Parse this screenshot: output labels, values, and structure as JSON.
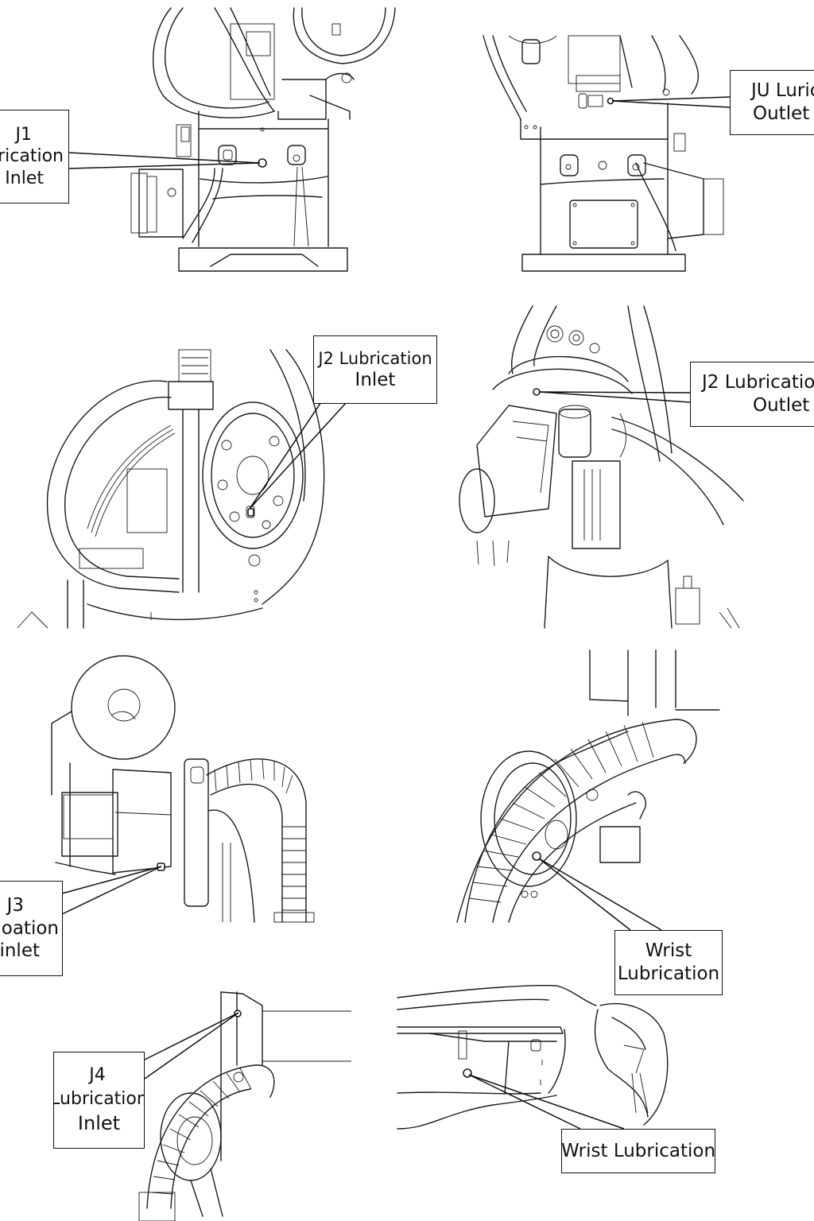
{
  "document": {
    "type": "robot lubrication point diagram",
    "line_color": "#1a1a1a",
    "background": "#ffffff"
  },
  "callouts": [
    {
      "id": "j1-inlet",
      "lines": [
        "J1",
        "rication",
        "Inlet"
      ]
    },
    {
      "id": "j1-outlet",
      "lines": [
        "JU Luric",
        "Outlet"
      ]
    },
    {
      "id": "j2-inlet",
      "lines": [
        "J2 Lubrication",
        "Inlet"
      ]
    },
    {
      "id": "j2-outlet",
      "lines": [
        "J2 Lubricatio",
        "Outlet"
      ]
    },
    {
      "id": "j3-inlet",
      "lines": [
        "J3",
        "oation",
        "inlet"
      ]
    },
    {
      "id": "wrist-1",
      "lines": [
        "Wrist",
        "Lubrication"
      ]
    },
    {
      "id": "j4-inlet",
      "lines": [
        "J4",
        "Lubrication",
        "Inlet"
      ]
    },
    {
      "id": "wrist-2",
      "lines": [
        "Wrist Lubrication"
      ]
    }
  ]
}
